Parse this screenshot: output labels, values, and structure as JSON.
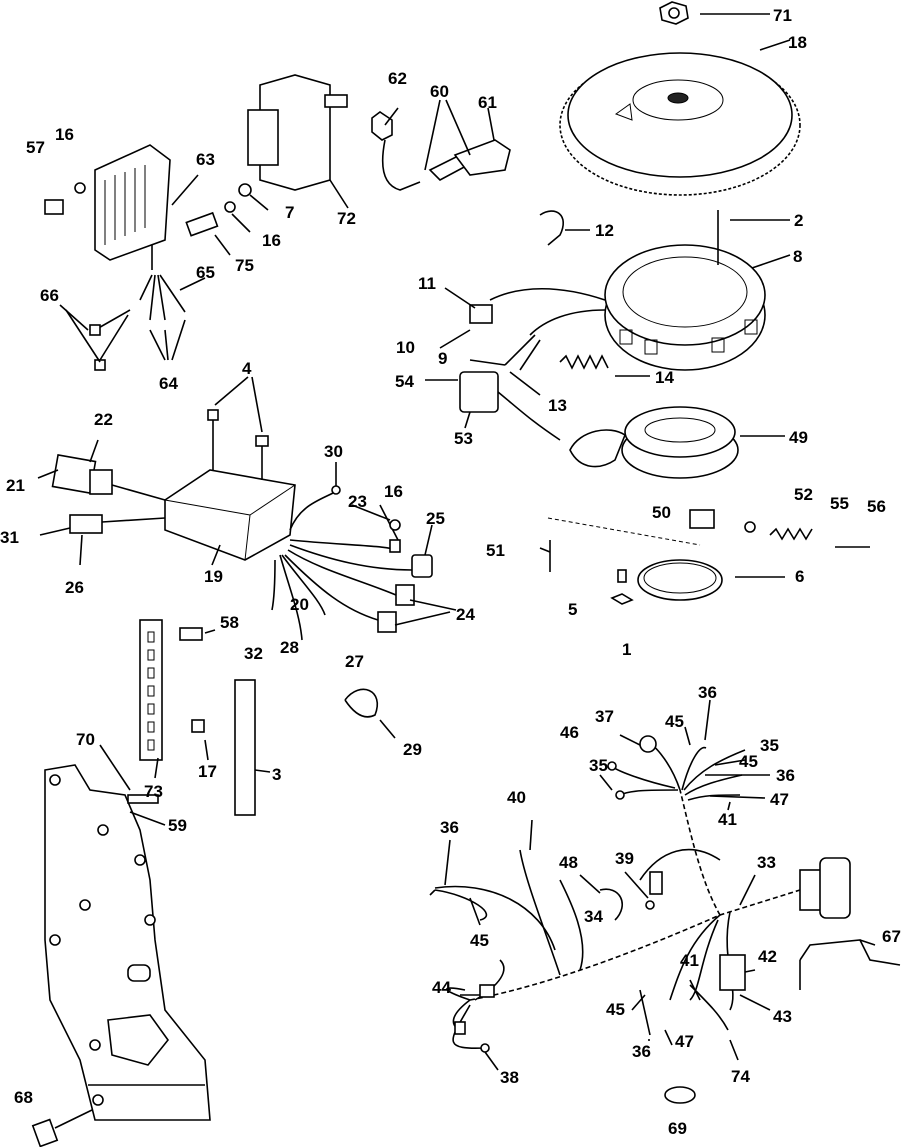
{
  "labels": {
    "l1": "1",
    "l2": "2",
    "l3": "3",
    "l4": "4",
    "l5": "5",
    "l6": "6",
    "l7": "7",
    "l8": "8",
    "l9": "9",
    "l10": "10",
    "l11": "11",
    "l12": "12",
    "l13": "13",
    "l14": "14",
    "l16a": "16",
    "l16b": "16",
    "l16c": "16",
    "l17": "17",
    "l18": "18",
    "l19": "19",
    "l20": "20",
    "l21": "21",
    "l22": "22",
    "l23": "23",
    "l24": "24",
    "l25": "25",
    "l26": "26",
    "l27": "27",
    "l28": "28",
    "l29": "29",
    "l30": "30",
    "l31": "31",
    "l32": "32",
    "l33": "33",
    "l34": "34",
    "l35a": "35",
    "l35b": "35",
    "l36a": "36",
    "l36b": "36",
    "l36c": "36",
    "l36d": "36",
    "l37": "37",
    "l38": "38",
    "l39": "39",
    "l40": "40",
    "l41a": "41",
    "l41b": "41",
    "l42": "42",
    "l43": "43",
    "l44": "44",
    "l45a": "45",
    "l45b": "45",
    "l45c": "45",
    "l45d": "45",
    "l46": "46",
    "l47a": "47",
    "l47b": "47",
    "l48": "48",
    "l49": "49",
    "l50": "50",
    "l51": "51",
    "l52": "52",
    "l53": "53",
    "l54": "54",
    "l55": "55",
    "l56": "56",
    "l57": "57",
    "l58": "58",
    "l59": "59",
    "l60": "60",
    "l61": "61",
    "l62": "62",
    "l63": "63",
    "l64": "64",
    "l65": "65",
    "l66": "66",
    "l67": "67",
    "l68": "68",
    "l69": "69",
    "l70": "70",
    "l71": "71",
    "l72": "72",
    "l73": "73",
    "l74": "74",
    "l75": "75"
  }
}
